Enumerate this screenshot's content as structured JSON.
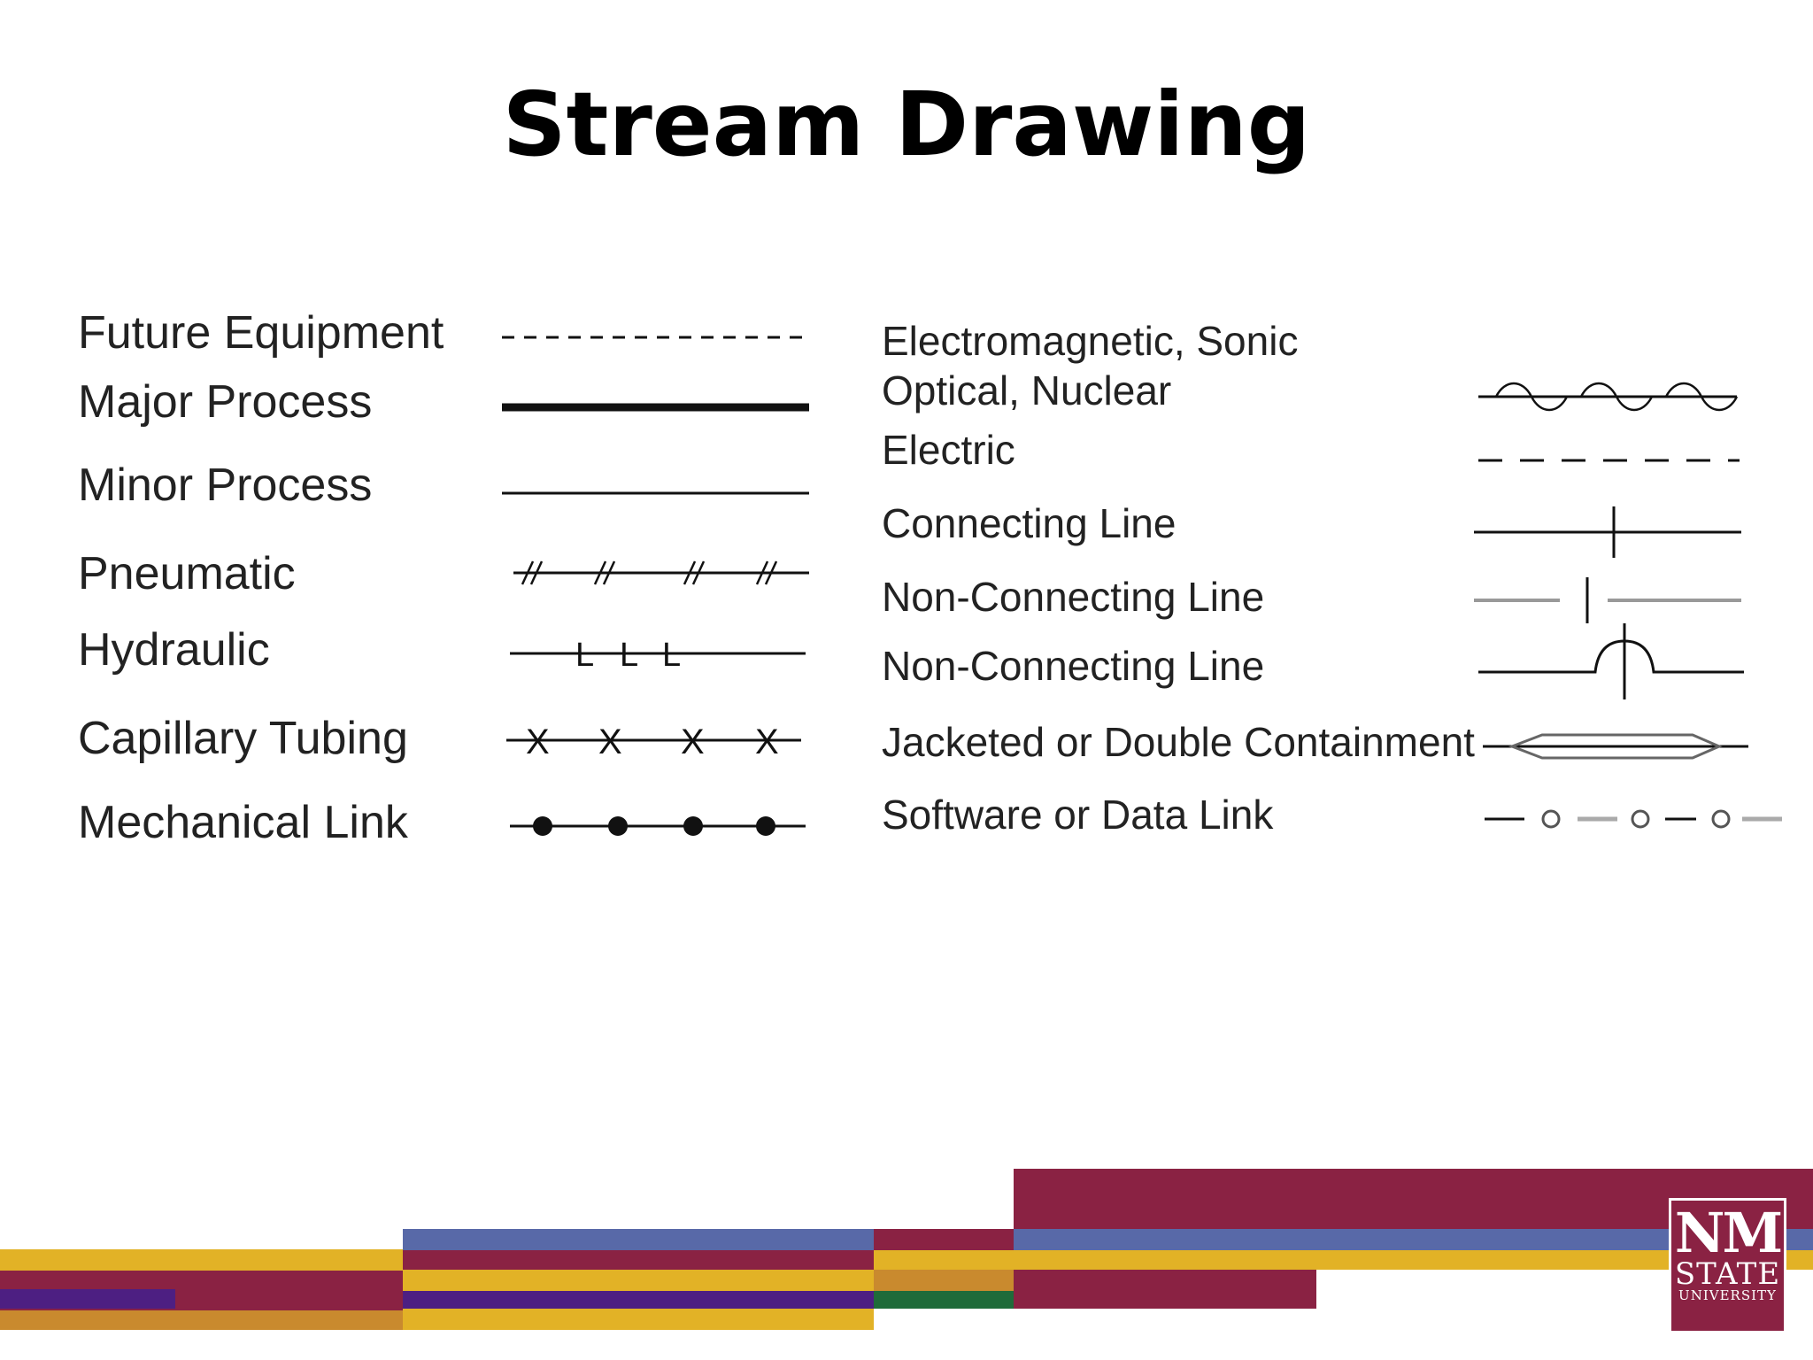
{
  "title": "Stream Drawing",
  "left_legend": [
    {
      "label": "Future Equipment",
      "symbol": "dashed-line"
    },
    {
      "label": "Major Process",
      "symbol": "thick-line"
    },
    {
      "label": "Minor Process",
      "symbol": "thin-line"
    },
    {
      "label": "Pneumatic",
      "symbol": "double-slash-line"
    },
    {
      "label": "Hydraulic",
      "symbol": "L-marked-line",
      "marker": "L"
    },
    {
      "label": "Capillary Tubing",
      "symbol": "x-marked-line",
      "marker": "X"
    },
    {
      "label": "Mechanical Link",
      "symbol": "dot-marked-line"
    }
  ],
  "right_legend": [
    {
      "label": "Electromagnetic, Sonic",
      "symbol": "none"
    },
    {
      "label": "Optical, Nuclear",
      "symbol": "sine-wave-line"
    },
    {
      "label": "Electric",
      "symbol": "long-dash-line"
    },
    {
      "label": "Connecting Line",
      "symbol": "crossing-tick-line"
    },
    {
      "label": "Non-Connecting Line",
      "symbol": "broken-gap-line"
    },
    {
      "label": "Non-Connecting Line",
      "symbol": "hop-over-line"
    },
    {
      "label": "Jacketed or Double Containment",
      "symbol": "double-containment-line"
    },
    {
      "label": "Software or Data Link",
      "symbol": "circle-dash-line"
    }
  ],
  "logo": {
    "line1": "NM",
    "line2": "STATE",
    "line3": "UNIVERSITY"
  },
  "colors": {
    "maroon": "#8a2243",
    "gold": "#e2b226",
    "blue": "#5869a8",
    "purple": "#4d1f82",
    "orange": "#c98a2e",
    "green": "#1f6b3a"
  }
}
